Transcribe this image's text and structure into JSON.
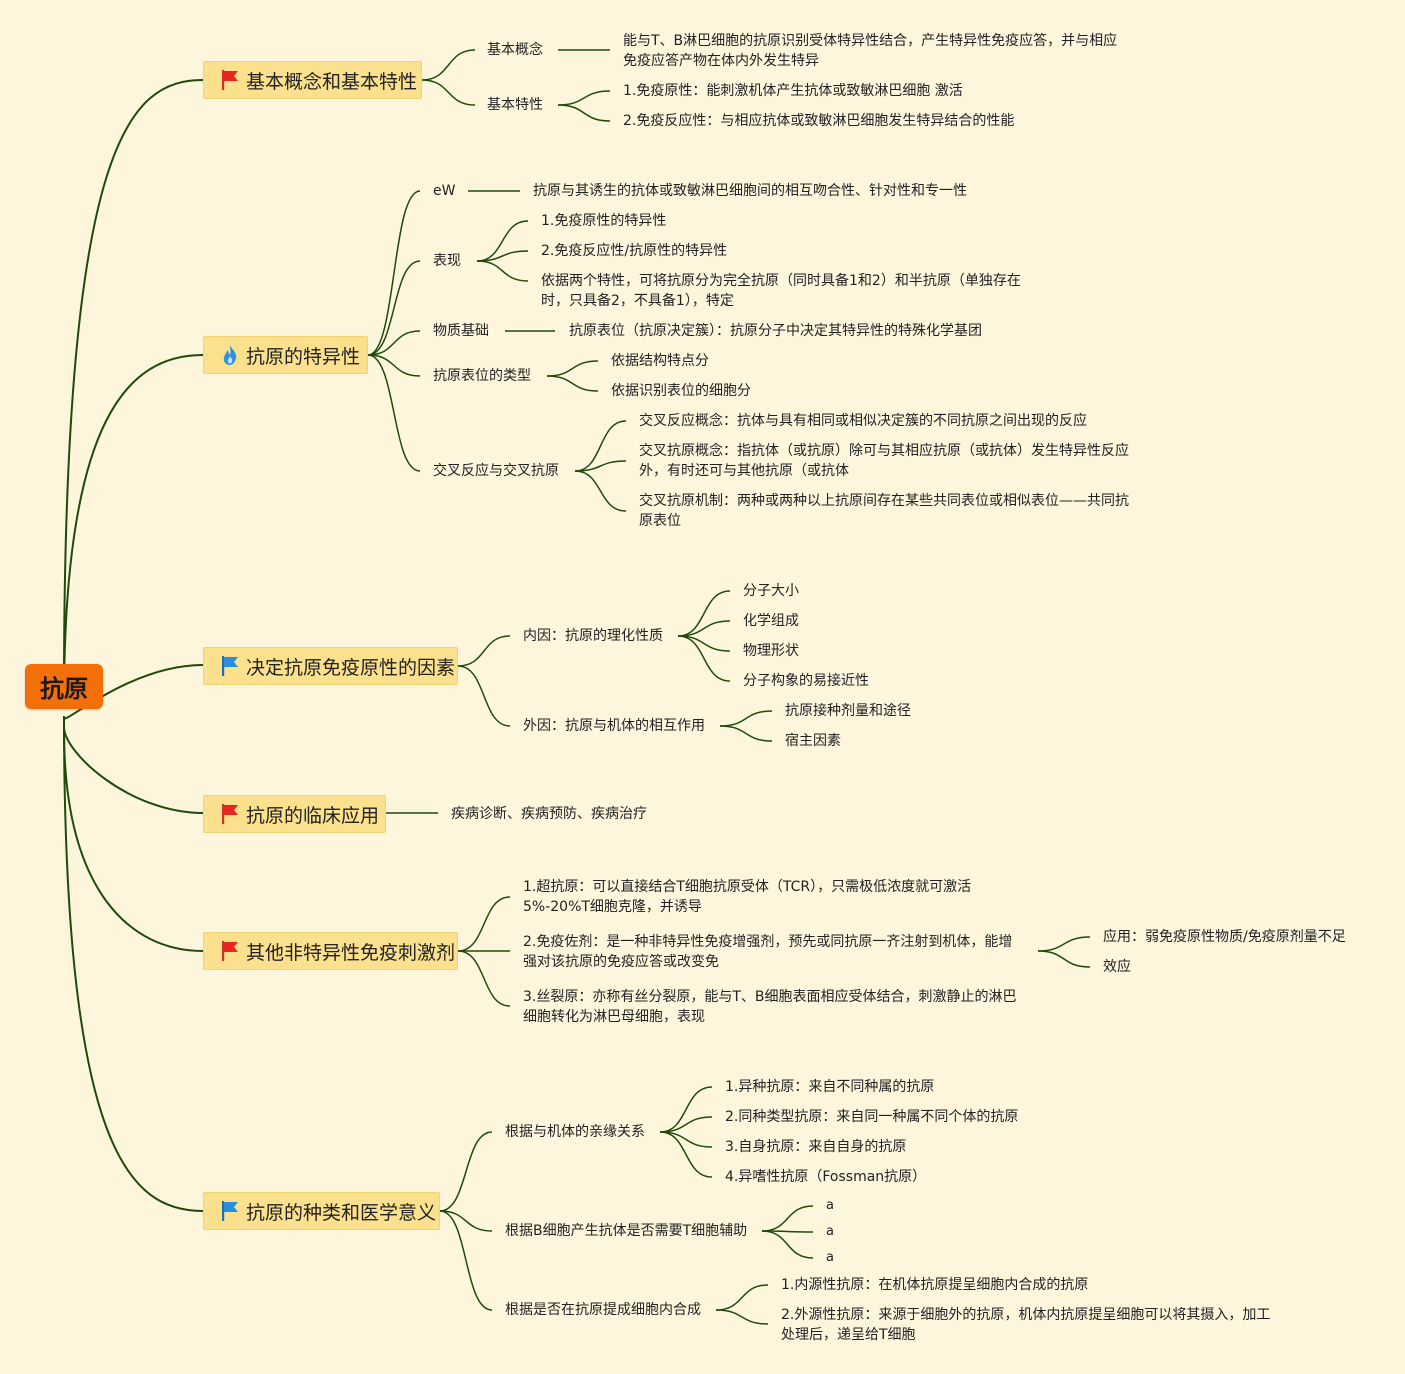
{
  "root": "抗原",
  "branches": {
    "b1": "基本概念和基本特性",
    "b2": "抗原的特异性",
    "b3": "决定抗原免疫原性的因素",
    "b4": "抗原的临床应用",
    "b5": "其他非特异性免疫刺激剂",
    "b6": "抗原的种类和医学意义"
  },
  "icons": {
    "b1": "red-flag-icon",
    "b2": "fire-icon",
    "b3": "blue-flag-icon",
    "b4": "red-flag-icon",
    "b5": "red-flag-icon",
    "b6": "blue-flag-icon"
  },
  "colors": {
    "root": "#f36f0a",
    "branch": "#fbe08d",
    "line": "#1f4a0e",
    "background": "#fdf6dd"
  },
  "b1": {
    "concept": "基本概念",
    "concept_text": "能与T、B淋巴细胞的抗原识别受体特异性结合，产生特异性免疫应答，并与相应免疫应答产物在体内外发生特异",
    "property": "基本特性",
    "property_items": [
      "1.免疫原性：能刺激机体产生抗体或致敏淋巴细胞 激活",
      "2.免疫反应性：与相应抗体或致敏淋巴细胞发生特异结合的性能"
    ]
  },
  "b2": {
    "ew": "eW",
    "ew_text": "抗原与其诱生的抗体或致敏淋巴细胞间的相互吻合性、针对性和专一性",
    "show": "表现",
    "show_items": [
      "1.免疫原性的特异性",
      "2.免疫反应性/抗原性的特异性",
      "依据两个特性，可将抗原分为完全抗原（同时具备1和2）和半抗原（单独存在时，只具备2，不具备1），特定"
    ],
    "basis": "物质基础",
    "basis_text": "抗原表位（抗原决定簇）：抗原分子中决定其特异性的特殊化学基团",
    "epitope": "抗原表位的类型",
    "epitope_items": [
      "依据结构特点分",
      "依据识别表位的细胞分"
    ],
    "cross": "交叉反应与交叉抗原",
    "cross_items": [
      "交叉反应概念：抗体与具有相同或相似决定簇的不同抗原之间出现的反应",
      "交叉抗原概念：指抗体（或抗原）除可与其相应抗原（或抗体）发生特异性反应外，有时还可与其他抗原（或抗体",
      "交叉抗原机制：两种或两种以上抗原间存在某些共同表位或相似表位——共同抗原表位"
    ]
  },
  "b3": {
    "internal": "内因：抗原的理化性质",
    "internal_items": [
      "分子大小",
      "化学组成",
      "物理形状",
      "分子构象的易接近性"
    ],
    "external": "外因：抗原与机体的相互作用",
    "external_items": [
      "抗原接种剂量和途径",
      "宿主因素"
    ]
  },
  "b4": {
    "text": "疾病诊断、疾病预防、疾病治疗"
  },
  "b5": {
    "items": [
      "1.超抗原：可以直接结合T细胞抗原受体（TCR），只需极低浓度就可激活5%-20%T细胞克隆，并诱导",
      "2.免疫佐剂：是一种非特异性免疫增强剂，预先或同抗原一齐注射到机体，能增强对该抗原的免疫应答或改变免",
      "3.丝裂原：亦称有丝分裂原，能与T、B细胞表面相应受体结合，刺激静止的淋巴细胞转化为淋巴母细胞，表现"
    ],
    "adjuvant_items": [
      "应用：弱免疫原性物质/免疫原剂量不足",
      "效应"
    ]
  },
  "b6": {
    "kin": "根据与机体的亲缘关系",
    "kin_items": [
      "1.异种抗原：来自不同种属的抗原",
      "2.同种类型抗原：来自同一种属不同个体的抗原",
      "3.自身抗原：来自自身的抗原",
      "4.异嗜性抗原（Fossman抗原）"
    ],
    "tcell": "根据B细胞产生抗体是否需要T细胞辅助",
    "tcell_items": [
      "a",
      "a",
      "a"
    ],
    "synth": "根据是否在抗原提成细胞内合成",
    "synth_items": [
      "1.内源性抗原：在机体抗原提呈细胞内合成的抗原",
      "2.外源性抗原：来源于细胞外的抗原，机体内抗原提呈细胞可以将其摄入，加工处理后，递呈给T细胞"
    ]
  }
}
